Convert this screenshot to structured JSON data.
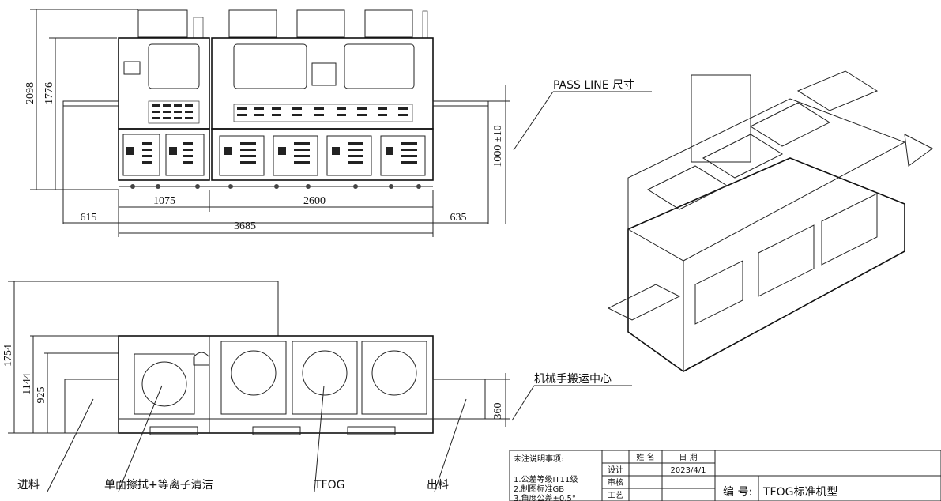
{
  "front_view": {
    "dims": {
      "height_total": "2098",
      "height_body": "1776",
      "width_left_module": "1075",
      "width_right_module": "2600",
      "width_total": "3685",
      "left_conveyor": "615",
      "right_conveyor": "635",
      "pass_line_height": "1000 ±10"
    },
    "callout": "PASS LINE 尺寸"
  },
  "top_view": {
    "dims": {
      "depth_total": "1754",
      "depth_body": "1144",
      "conveyor_width": "925",
      "conveyor_offset": "360"
    },
    "callout": "机械手搬运中心",
    "labels": {
      "inlet": "进料",
      "station1": "单面擦拭+等离子清洁",
      "station2": "TFOG",
      "outlet": "出料"
    }
  },
  "title_block": {
    "notes_title": "未注说明事项:",
    "notes": [
      "1.公差等级IT11级",
      "2.制图标准GB",
      "3.角度公差±0.5°"
    ],
    "head_name": "姓 名",
    "head_date": "日 期",
    "row_design": "设计",
    "row_design_date": "2023/4/1",
    "row_review": "审核",
    "row_process": "工艺",
    "number_label": "编 号:",
    "number_value": "TFOG标准机型"
  }
}
